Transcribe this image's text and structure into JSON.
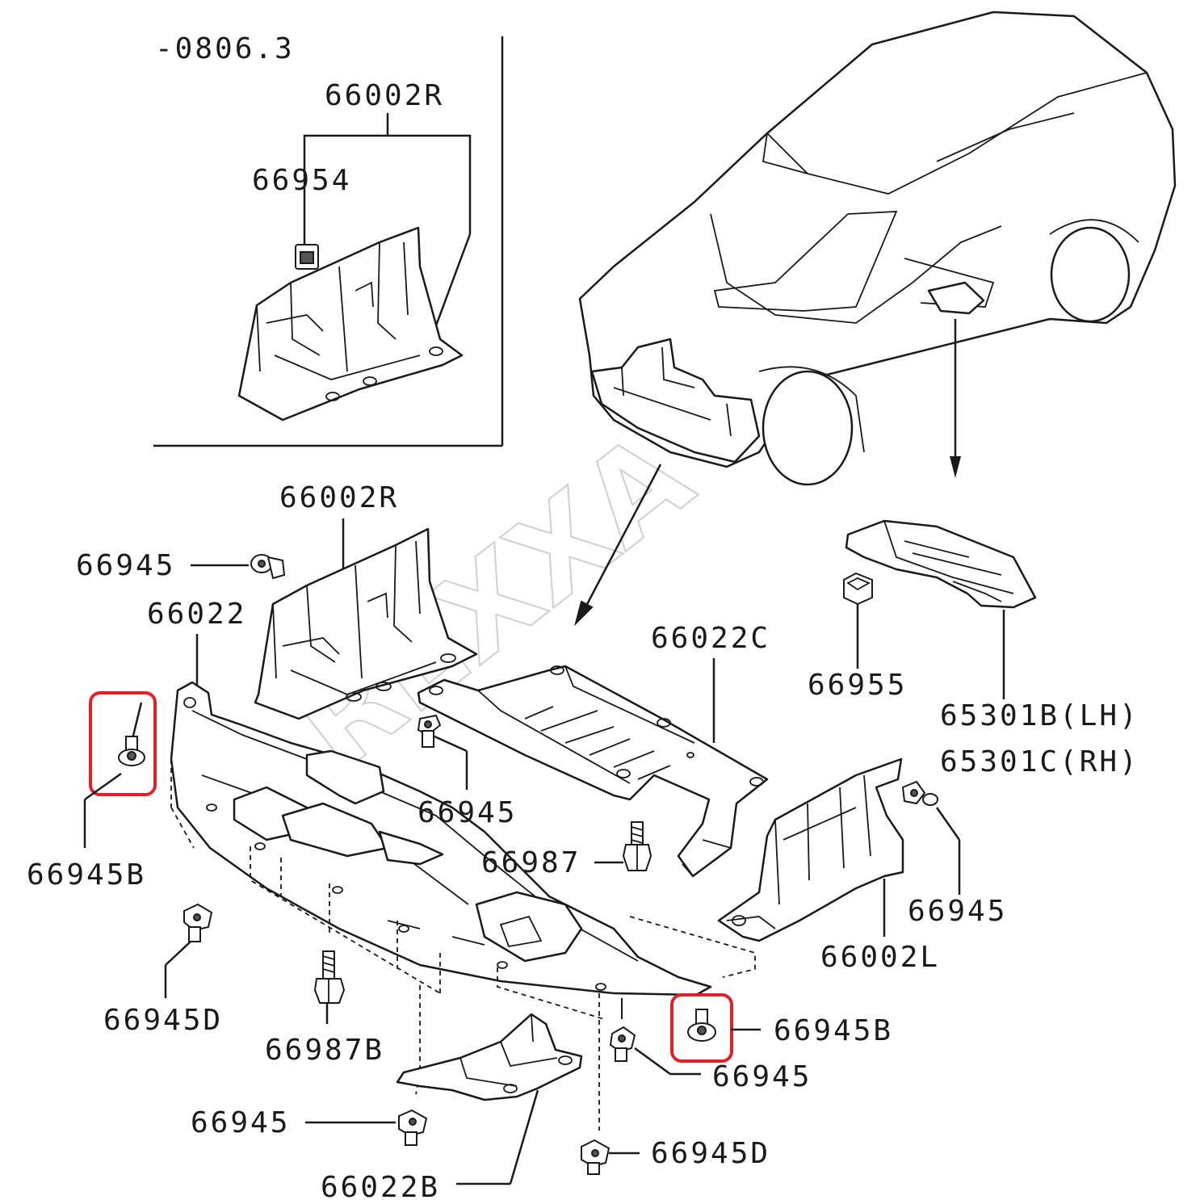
{
  "watermark": "REXXA",
  "labels": {
    "revision": "-0806.3",
    "inset_part": "66002R",
    "inset_clip": "66954",
    "main_66002R": "66002R",
    "clip_66945_top": "66945",
    "part_66022": "66022",
    "part_66022C": "66022C",
    "clip_66955": "66955",
    "part_65301B": "65301B(LH)",
    "part_65301C": "65301C(RH)",
    "clip_66945B_left": "66945B",
    "clip_66945_mid": "66945",
    "bolt_66987": "66987",
    "clip_66945_right": "66945",
    "part_66002L": "66002L",
    "clip_66945D_left": "66945D",
    "bolt_66987B": "66987B",
    "clip_66945B_right": "66945B",
    "clip_66945_lower": "66945",
    "clip_66945_bottom": "66945",
    "clip_66945D_bottom": "66945D",
    "part_66022B": "66022B"
  },
  "highlight_color": "#e0202a"
}
